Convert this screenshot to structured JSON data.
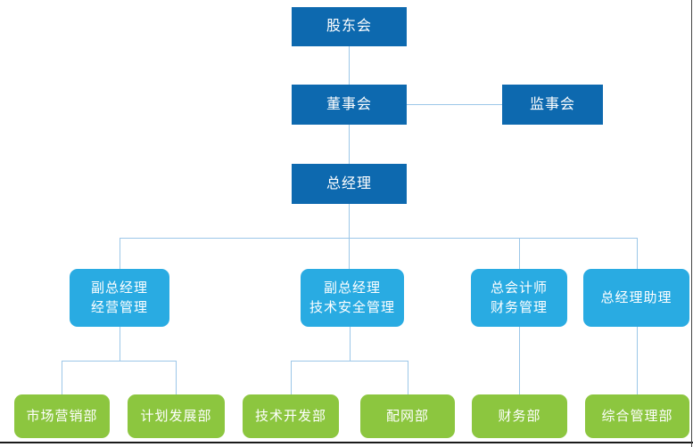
{
  "colors": {
    "primary": "#0d69af",
    "secondary": "#29abe2",
    "department": "#8cc63f",
    "connector": "#9cc7e8",
    "node_text": "#ffffff",
    "edge_line": "#1a1a1a",
    "background": "#ffffff"
  },
  "nodes": {
    "shareholders": {
      "label": "股东会"
    },
    "board": {
      "label": "董事会"
    },
    "supervisory": {
      "label": "监事会"
    },
    "general_manager": {
      "label": "总经理"
    },
    "deputy_gm_operations": {
      "line1": "副总经理",
      "line2": "经营管理"
    },
    "deputy_gm_tech_safety": {
      "line1": "副总经理",
      "line2": "技术安全管理"
    },
    "chief_accountant": {
      "line1": "总会计师",
      "line2": "财务管理"
    },
    "gm_assistant": {
      "label": "总经理助理"
    },
    "marketing_dept": {
      "label": "市场营销部"
    },
    "planning_dev_dept": {
      "label": "计划发展部"
    },
    "tech_dev_dept": {
      "label": "技术开发部"
    },
    "grid_dept": {
      "label": "配网部"
    },
    "finance_dept": {
      "label": "财务部"
    },
    "general_admin_dept": {
      "label": "综合管理部"
    }
  }
}
